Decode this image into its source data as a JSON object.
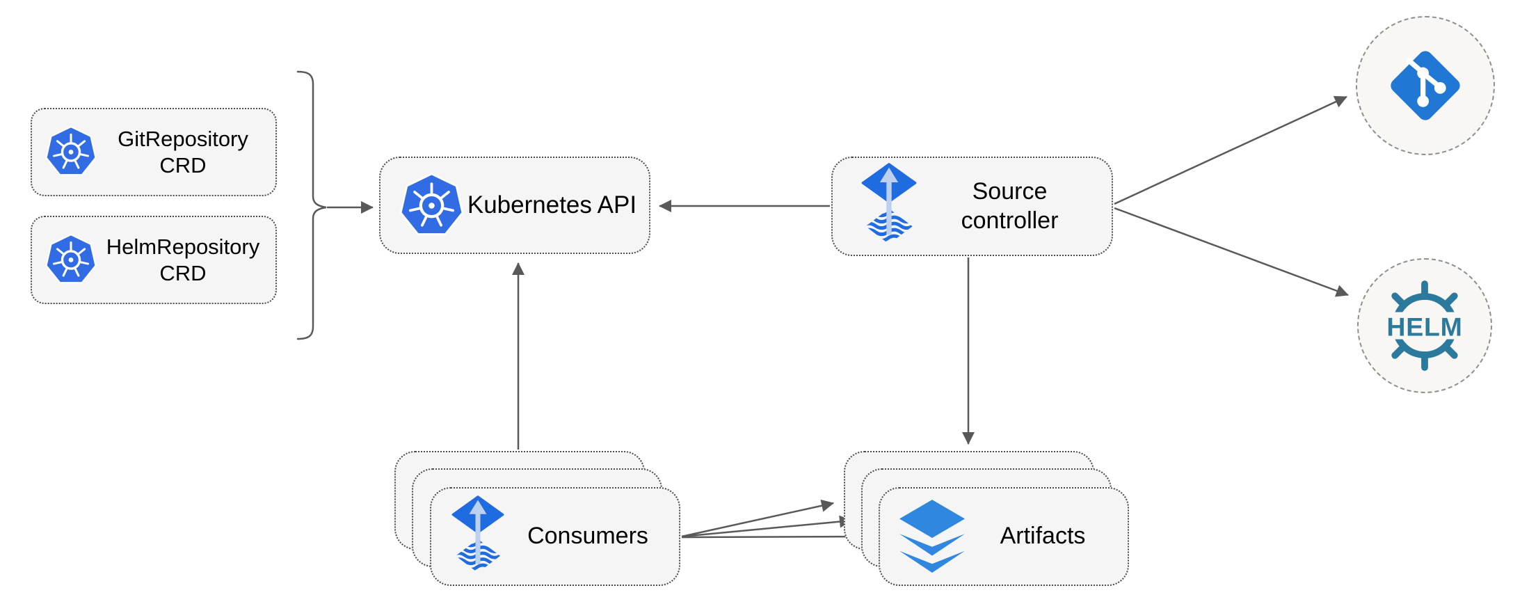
{
  "nodes": {
    "git_repository_crd": {
      "line1": "GitRepository",
      "line2": "CRD",
      "icon": "kubernetes-icon"
    },
    "helm_repository_crd": {
      "line1": "HelmRepository",
      "line2": "CRD",
      "icon": "kubernetes-icon"
    },
    "kubernetes_api": {
      "label": "Kubernetes API",
      "icon": "kubernetes-icon"
    },
    "source_controller": {
      "line1": "Source",
      "line2": "controller",
      "icon": "flux-icon"
    },
    "consumers": {
      "label": "Consumers",
      "icon": "flux-icon",
      "stacked_copies": 3
    },
    "artifacts": {
      "label": "Artifacts",
      "icon": "layers-icon",
      "stacked_copies": 3
    },
    "git_endpoint": {
      "icon": "git-icon"
    },
    "helm_endpoint": {
      "icon": "helm-icon",
      "label": "HELM"
    }
  },
  "edges": [
    {
      "from": "git_repository_crd+helm_repository_crd",
      "via": "curly-brace",
      "to": "kubernetes_api",
      "arrow": true
    },
    {
      "from": "source_controller",
      "to": "kubernetes_api",
      "arrow": true
    },
    {
      "from": "consumers",
      "to": "kubernetes_api",
      "arrow": true
    },
    {
      "from": "source_controller",
      "to": "artifacts",
      "arrow": true
    },
    {
      "from": "consumers",
      "to": "artifacts",
      "arrow": true,
      "count": 3
    },
    {
      "from": "source_controller",
      "to": "git_endpoint",
      "arrow": true
    },
    {
      "from": "source_controller",
      "to": "helm_endpoint",
      "arrow": true
    }
  ],
  "colors": {
    "canvas_background": "#ffffff",
    "node_fill": "#f5f5f5",
    "node_border": "#4a4a4a",
    "endpoint_fill": "#f8f7f4",
    "endpoint_border": "#8f8f8f",
    "connector": "#595959",
    "label_text": "#000000",
    "kubernetes_blue": "#326ce5",
    "flux_blue": "#1f6be0",
    "flux_arrow_light_blue": "#bcd0f0",
    "git_blue": "#2178d4",
    "helm_teal": "#2b7a9e",
    "layers_blue": "#2f87e0"
  }
}
